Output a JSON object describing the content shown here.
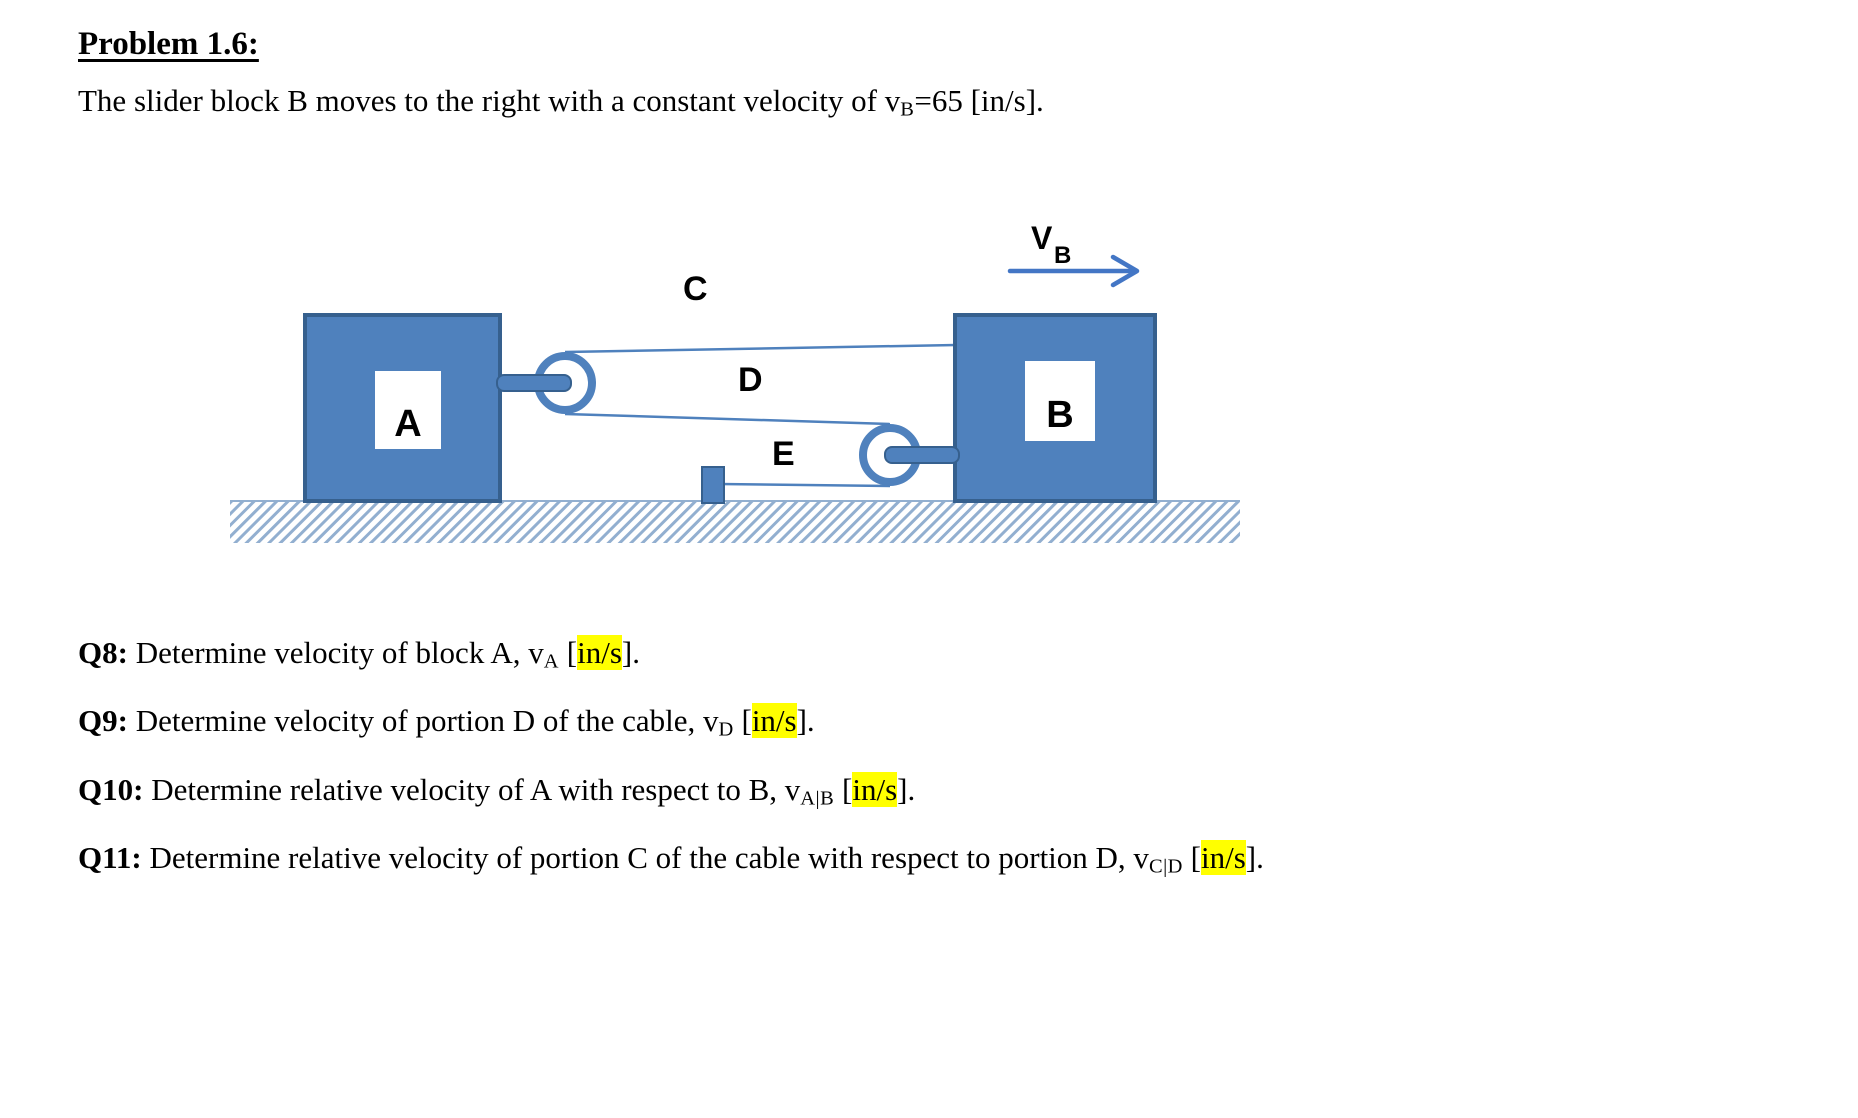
{
  "page": {
    "title": "Problem 1.6:"
  },
  "intro": {
    "text_before_sub": "The slider block B moves to the right with a constant velocity of v",
    "subscript": "B",
    "text_after_sub": "=65 [in/s]."
  },
  "diagram": {
    "block_a": "A",
    "block_b": "B",
    "label_c": "C",
    "label_d": "D",
    "label_e": "E",
    "velocity_letter": "V",
    "velocity_sub": "B"
  },
  "colors": {
    "block_fill": "#4f81bd",
    "block_stroke": "#36608e",
    "cable": "#4f81bd",
    "hatch": "#92afd0",
    "arrow": "#4376c5",
    "highlight": "#ffff00"
  },
  "questions": [
    {
      "label": "Q8:",
      "text": " Determine velocity of block A, v",
      "subscript": "A",
      "bracket_open": " [",
      "highlight": "in/s",
      "bracket_close": "]."
    },
    {
      "label": "Q9:",
      "text": " Determine velocity of portion D of the cable, v",
      "subscript": "D",
      "bracket_open": " [",
      "highlight": "in/s",
      "bracket_close": "]."
    },
    {
      "label": "Q10:",
      "text": " Determine relative velocity of A with respect to B, v",
      "subscript": "A|B",
      "bracket_open": " [",
      "highlight": "in/s",
      "bracket_close": "]."
    },
    {
      "label": "Q11:",
      "text": " Determine relative velocity of portion C of the cable with respect to portion D, v",
      "subscript": "C|D",
      "bracket_open": " [",
      "highlight": "in/s",
      "bracket_close": "]."
    }
  ]
}
